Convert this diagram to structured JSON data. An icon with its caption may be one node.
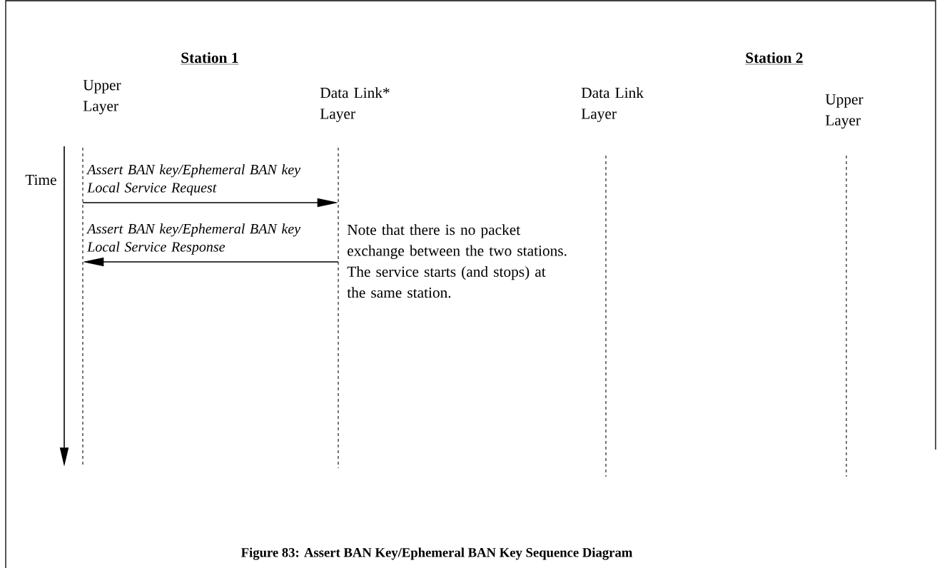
{
  "diagram": {
    "caption": "Figure 83: Assert BAN Key/Ephemeral BAN Key Sequence Diagram",
    "nodes": [
      {
        "text": [
          "Upper Layer"
        ]
      },
      {
        "text": [
          "Data Link* Layer"
        ]
      },
      {
        "text": [
          "Data Link Layer"
        ]
      },
      {
        "text": [
          "Upper Layer"
        ]
      }
    ],
    "edges": [
      {
        "from": 0,
        "to": 1,
        "arrow": "to",
        "label": "Assert BAN key/Ephemeral BAN key Local Service Request"
      },
      {
        "from": 1,
        "to": 0,
        "arrow": "to",
        "label": "Assert BAN key/Ephemeral BAN key Local Service Response"
      }
    ],
    "labels": [
      "Station 1",
      "Station 2",
      "Time",
      "Note that there is no packet exchange between the two stations. The service starts (and stops) at the same station."
    ]
  }
}
